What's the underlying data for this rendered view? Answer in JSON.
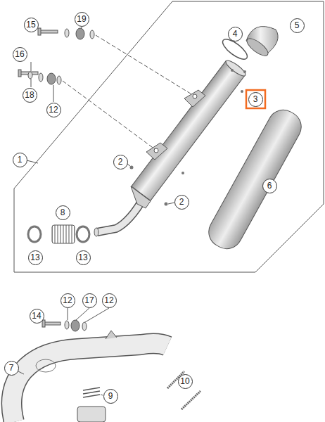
{
  "diagram": {
    "labels": [
      "15",
      "19",
      "5",
      "4",
      "16",
      "18",
      "12",
      "3",
      "1",
      "2",
      "6",
      "2",
      "8",
      "13",
      "13",
      "12",
      "17",
      "12",
      "14",
      "7",
      "10",
      "9"
    ]
  }
}
